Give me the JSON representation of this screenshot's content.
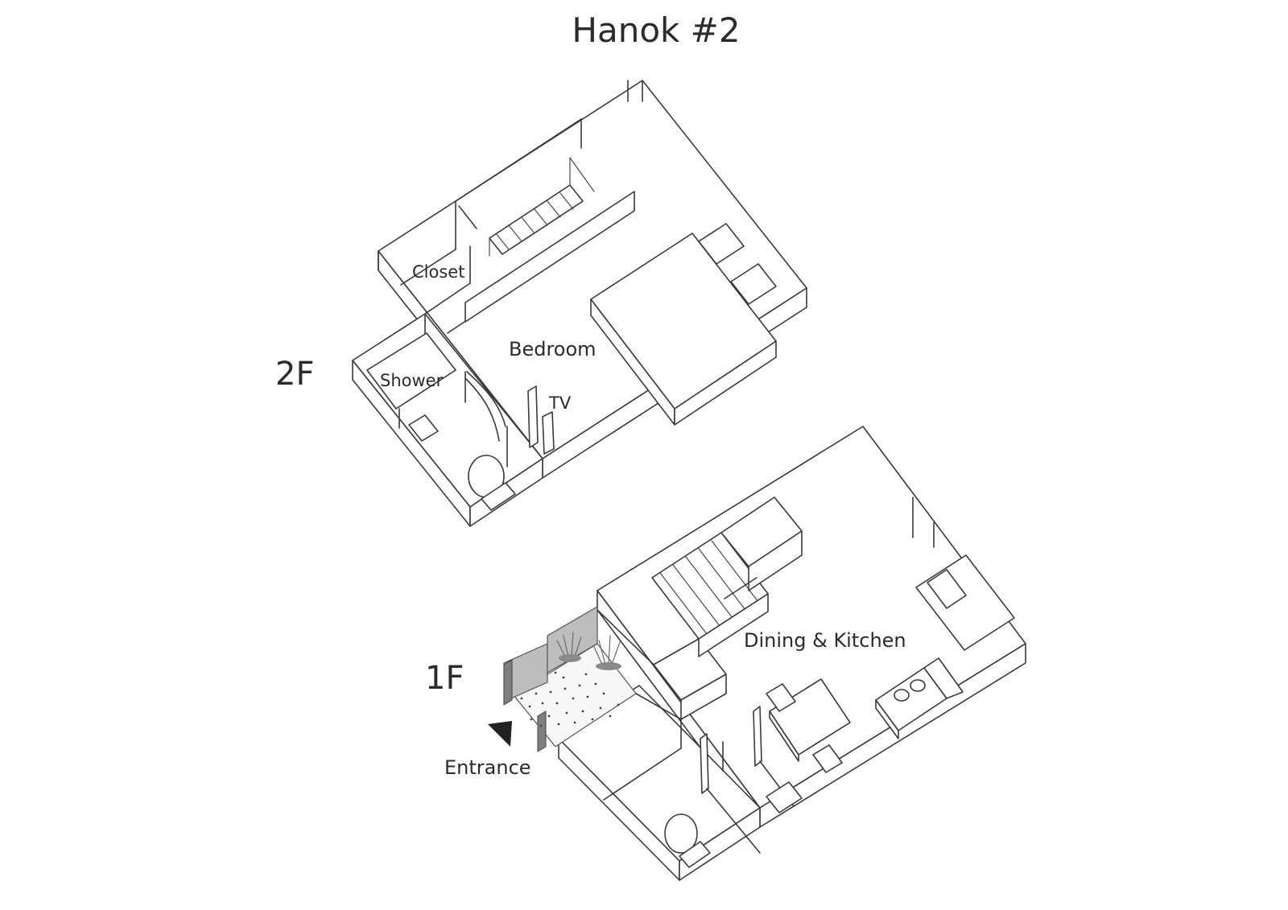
{
  "title": "Hanok #2",
  "floors": {
    "second": {
      "label": "2F",
      "rooms": {
        "closet": "Closet",
        "bedroom": "Bedroom",
        "shower": "Shower",
        "tv": "TV"
      }
    },
    "first": {
      "label": "1F",
      "rooms": {
        "dining_kitchen": "Dining & Kitchen",
        "entrance": "Entrance"
      }
    }
  },
  "colors": {
    "line": "#3a3a3a",
    "text": "#2b2b2b",
    "courtyard_wall": "#bdbdbd",
    "background": "#ffffff"
  }
}
